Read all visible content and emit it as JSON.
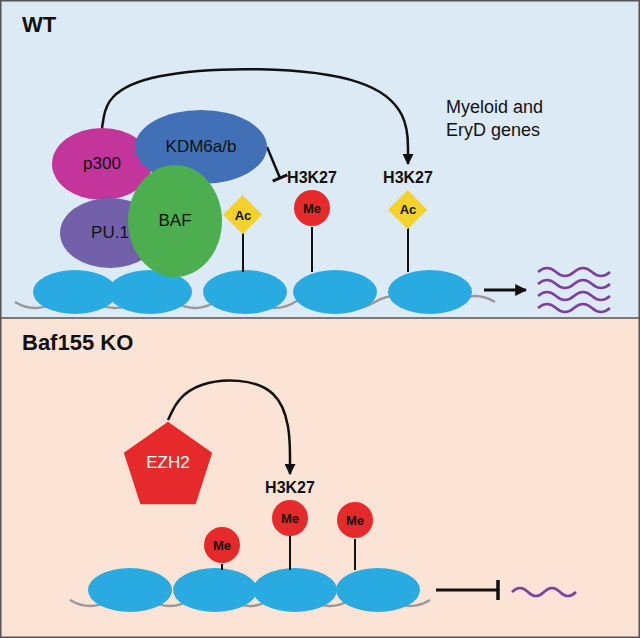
{
  "diagram": {
    "nodes": [
      {
        "text": [
          "WT"
        ]
      },
      {
        "text": [
          "p300"
        ],
        "in": 0
      },
      {
        "text": [
          "KDM6a/b"
        ],
        "in": 0
      },
      {
        "text": [
          "PU.1"
        ],
        "in": 0
      },
      {
        "text": [
          "BAF"
        ],
        "in": 0
      },
      {
        "text": [
          "Ac"
        ],
        "in": 0
      },
      {
        "text": [
          "H3K27",
          "Me"
        ],
        "in": 0
      },
      {
        "text": [
          "H3K27",
          "Ac"
        ],
        "in": 0
      },
      {
        "text": [
          "Baf155 KO"
        ]
      },
      {
        "text": [
          "EZH2"
        ],
        "in": 8
      },
      {
        "text": [
          "Me"
        ],
        "in": 8
      },
      {
        "text": [
          "H3K27",
          "Me"
        ],
        "in": 8
      },
      {
        "text": [
          "Me"
        ],
        "in": 8
      }
    ],
    "edges": [
      {
        "from": 1,
        "to": 7,
        "arrow": "to"
      },
      {
        "from": 2,
        "to": 6,
        "arrow": "to"
      },
      {
        "from": 9,
        "to": 11,
        "arrow": "to"
      }
    ],
    "labels": [
      "Myeloid and EryD genes"
    ]
  }
}
